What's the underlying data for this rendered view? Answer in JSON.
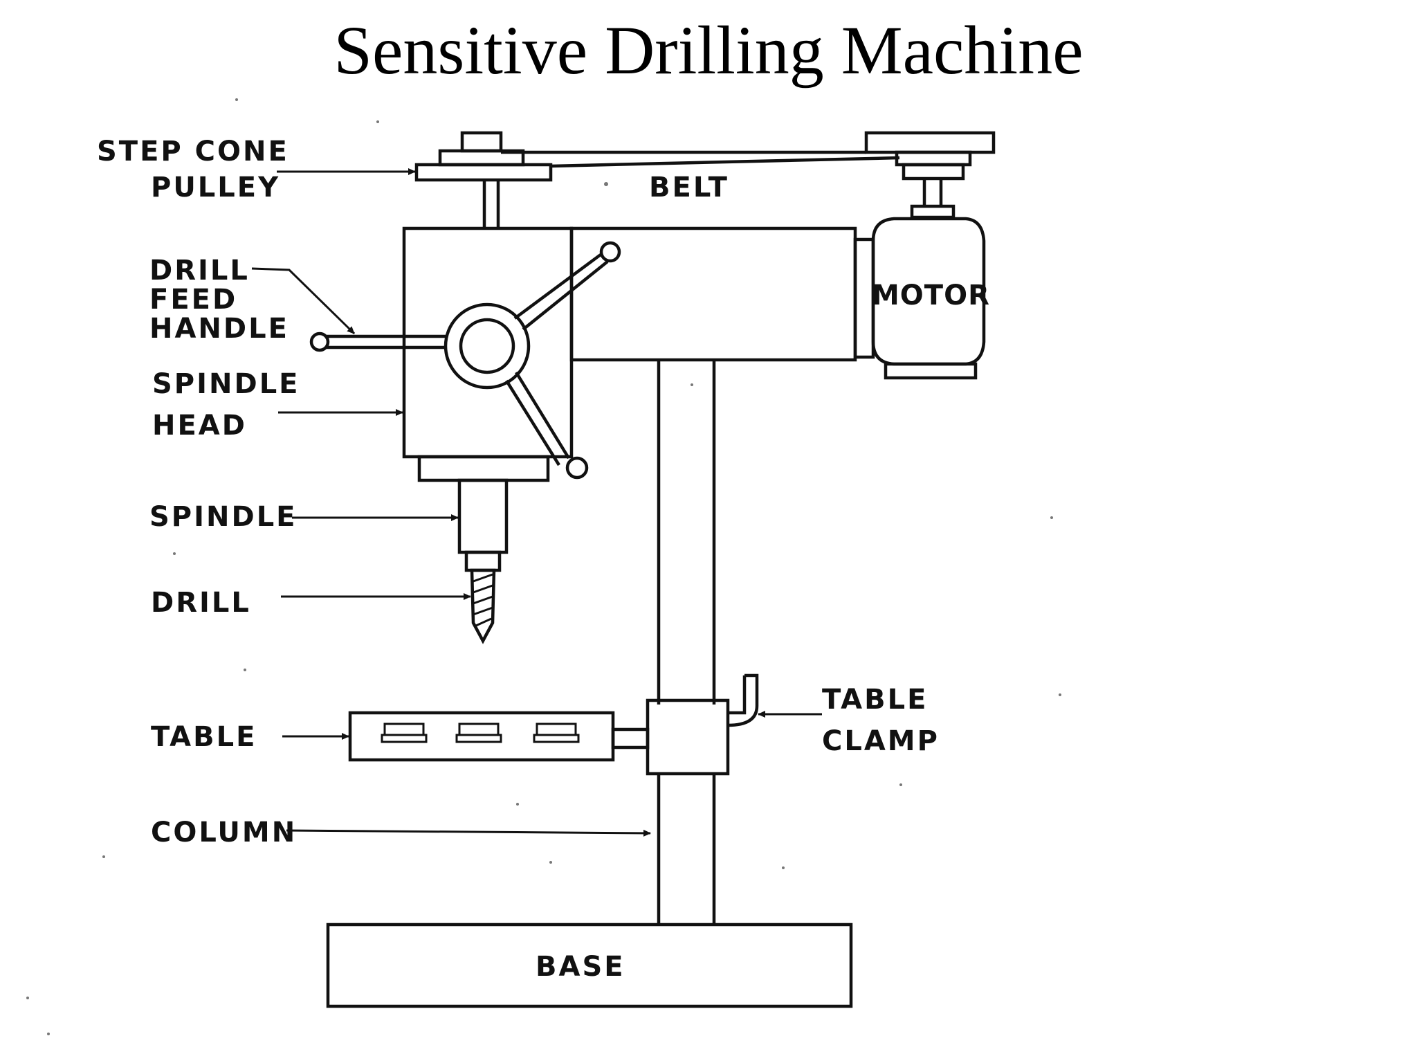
{
  "title": "Sensitive Drilling Machine",
  "labels": {
    "step_cone_pulley_line1": "STEP CONE",
    "step_cone_pulley_line2": "PULLEY",
    "belt": "BELT",
    "motor": "MOTOR",
    "drill_feed_handle_line1": "DRILL",
    "drill_feed_handle_line2": "FEED",
    "drill_feed_handle_line3": "HANDLE",
    "spindle_head_line1": "SPINDLE",
    "spindle_head_line2": "HEAD",
    "spindle": "SPINDLE",
    "drill": "DRILL",
    "table": "TABLE",
    "table_clamp_line1": "TABLE",
    "table_clamp_line2": "CLAMP",
    "column": "COLUMN",
    "base": "BASE"
  }
}
